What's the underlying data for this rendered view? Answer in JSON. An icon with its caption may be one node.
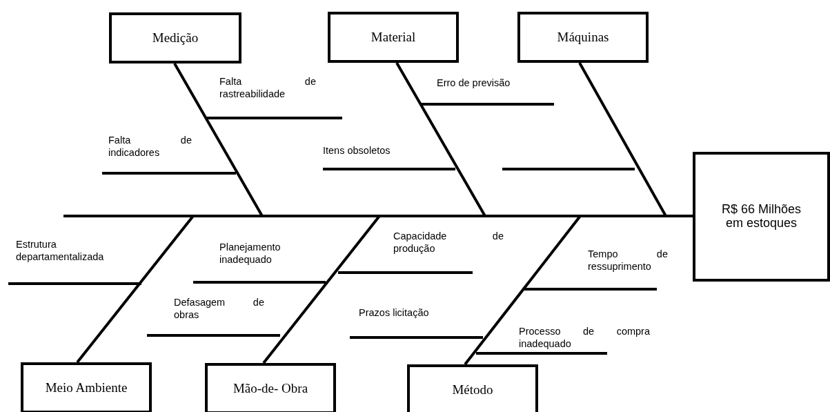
{
  "diagram": {
    "nodes": [
      {
        "text": [
          "Medição"
        ]
      },
      {
        "text": [
          "Material"
        ]
      },
      {
        "text": [
          "Máquinas"
        ]
      },
      {
        "text": [
          "R$ 66 Milhões em estoques"
        ]
      },
      {
        "text": [
          "Meio Ambiente"
        ]
      },
      {
        "text": [
          "Mão-de- Obra"
        ]
      },
      {
        "text": [
          "Método"
        ]
      }
    ],
    "edges": [
      {
        "from": 0,
        "to": 3,
        "arrow": "none"
      },
      {
        "from": 1,
        "to": 3,
        "arrow": "none"
      },
      {
        "from": 2,
        "to": 3,
        "arrow": "none"
      },
      {
        "from": 4,
        "to": 3,
        "arrow": "none"
      },
      {
        "from": 5,
        "to": 3,
        "arrow": "none"
      },
      {
        "from": 6,
        "to": 3,
        "arrow": "none"
      }
    ],
    "labels": [
      "Falta de rastreabilidade",
      "Erro de previsão",
      "Falta de indicadores",
      "Itens obsoletos",
      "Estrutura departamentalizada",
      "Planejamento inadequado",
      "Capacidade de produção",
      "Tempo de ressuprimento",
      "Defasagem de obras",
      "Prazos licitação",
      "Processo de compra inadequado"
    ]
  }
}
